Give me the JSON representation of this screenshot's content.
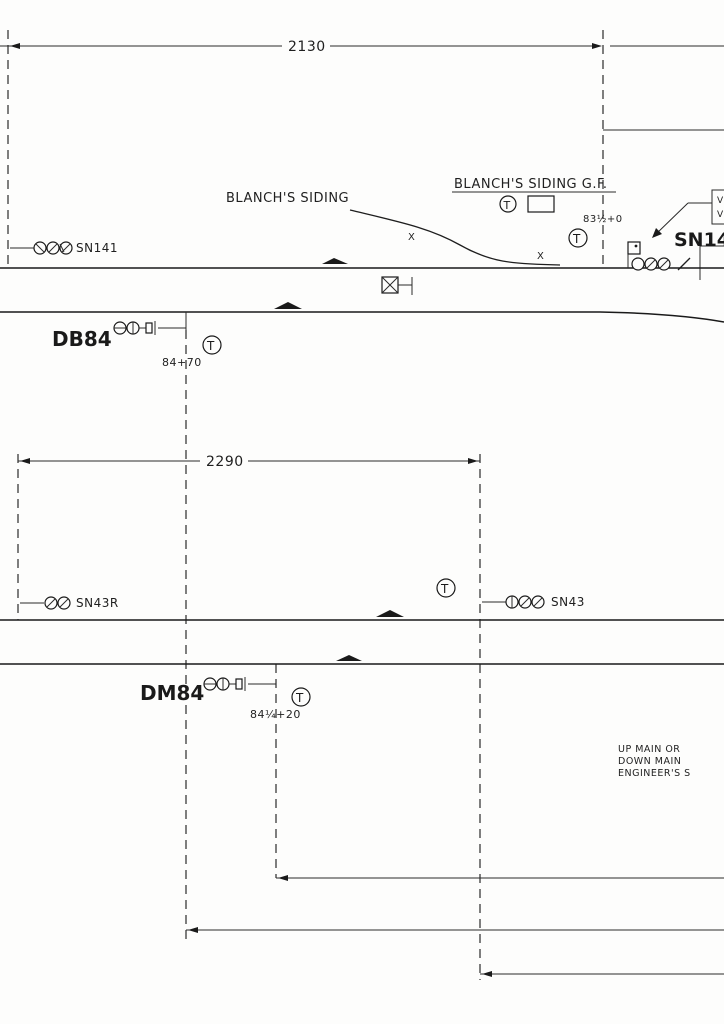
{
  "dimensions": {
    "top_span": "2130",
    "middle_span": "2290"
  },
  "sidings": {
    "siding_name": "BLANCH'S SIDING",
    "ground_frame": "BLANCH'S SIDING G.F.",
    "points_mark": "X"
  },
  "signals": {
    "sn141": "SN141",
    "sn14_partial": "SN14",
    "db84": "DB84",
    "sn43r": "SN43R",
    "sn43": "SN43",
    "dm84": "DM84"
  },
  "mileages": {
    "m1": "83½+0",
    "m2": "84+70",
    "m3": "84¼+20"
  },
  "telephone_letter": "T",
  "notes": {
    "line1": "UP MAIN OR",
    "line2": "DOWN MAIN",
    "line3": "ENGINEER'S S",
    "box_letter_1": "V",
    "box_letter_2": "V"
  }
}
